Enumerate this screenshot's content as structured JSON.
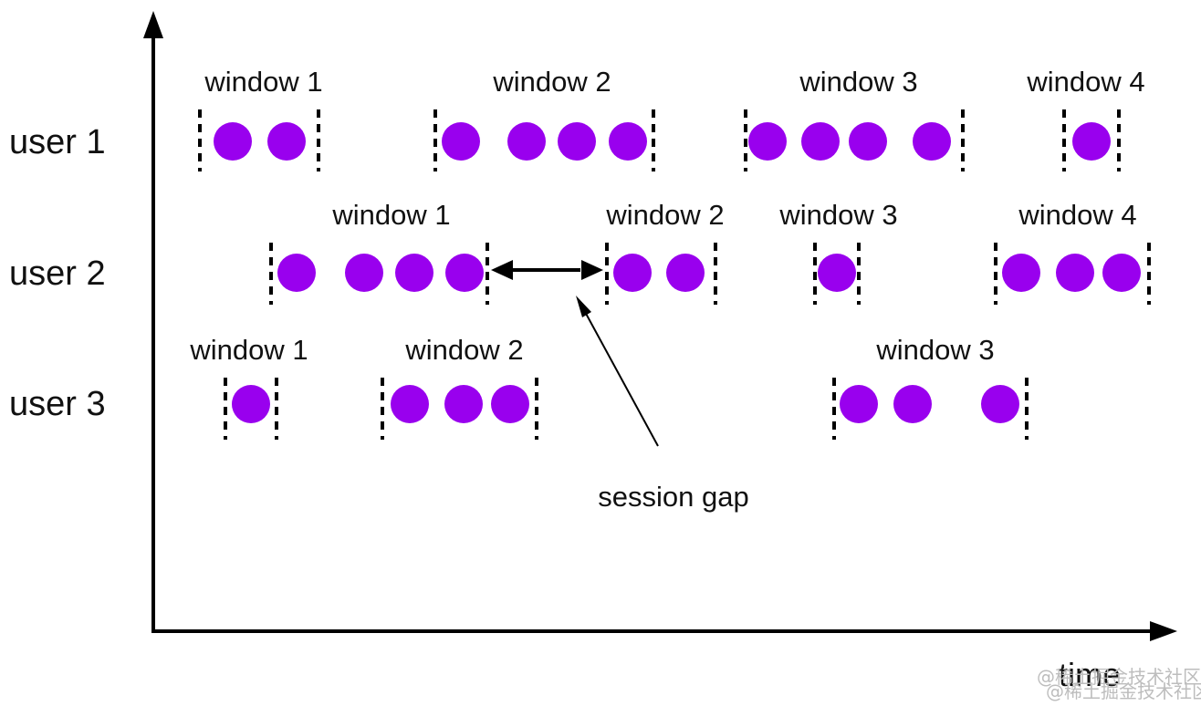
{
  "axis": {
    "x_label": "time"
  },
  "rows": [
    {
      "label": "user 1",
      "windows": [
        {
          "label": "window 1",
          "events": 2
        },
        {
          "label": "window 2",
          "events": 4
        },
        {
          "label": "window 3",
          "events": 4
        },
        {
          "label": "window 4",
          "events": 1
        }
      ]
    },
    {
      "label": "user 2",
      "windows": [
        {
          "label": "window 1",
          "events": 4
        },
        {
          "label": "window 2",
          "events": 2
        },
        {
          "label": "window 3",
          "events": 1
        },
        {
          "label": "window 4",
          "events": 3
        }
      ]
    },
    {
      "label": "user 3",
      "windows": [
        {
          "label": "window 1",
          "events": 1
        },
        {
          "label": "window 2",
          "events": 3
        },
        {
          "label": "window 3",
          "events": 3
        }
      ]
    }
  ],
  "annotation": {
    "label": "session gap"
  },
  "watermark": {
    "text": "@稀土掘金技术社区"
  },
  "colors": {
    "event": "#9900ee",
    "line": "#000000"
  }
}
